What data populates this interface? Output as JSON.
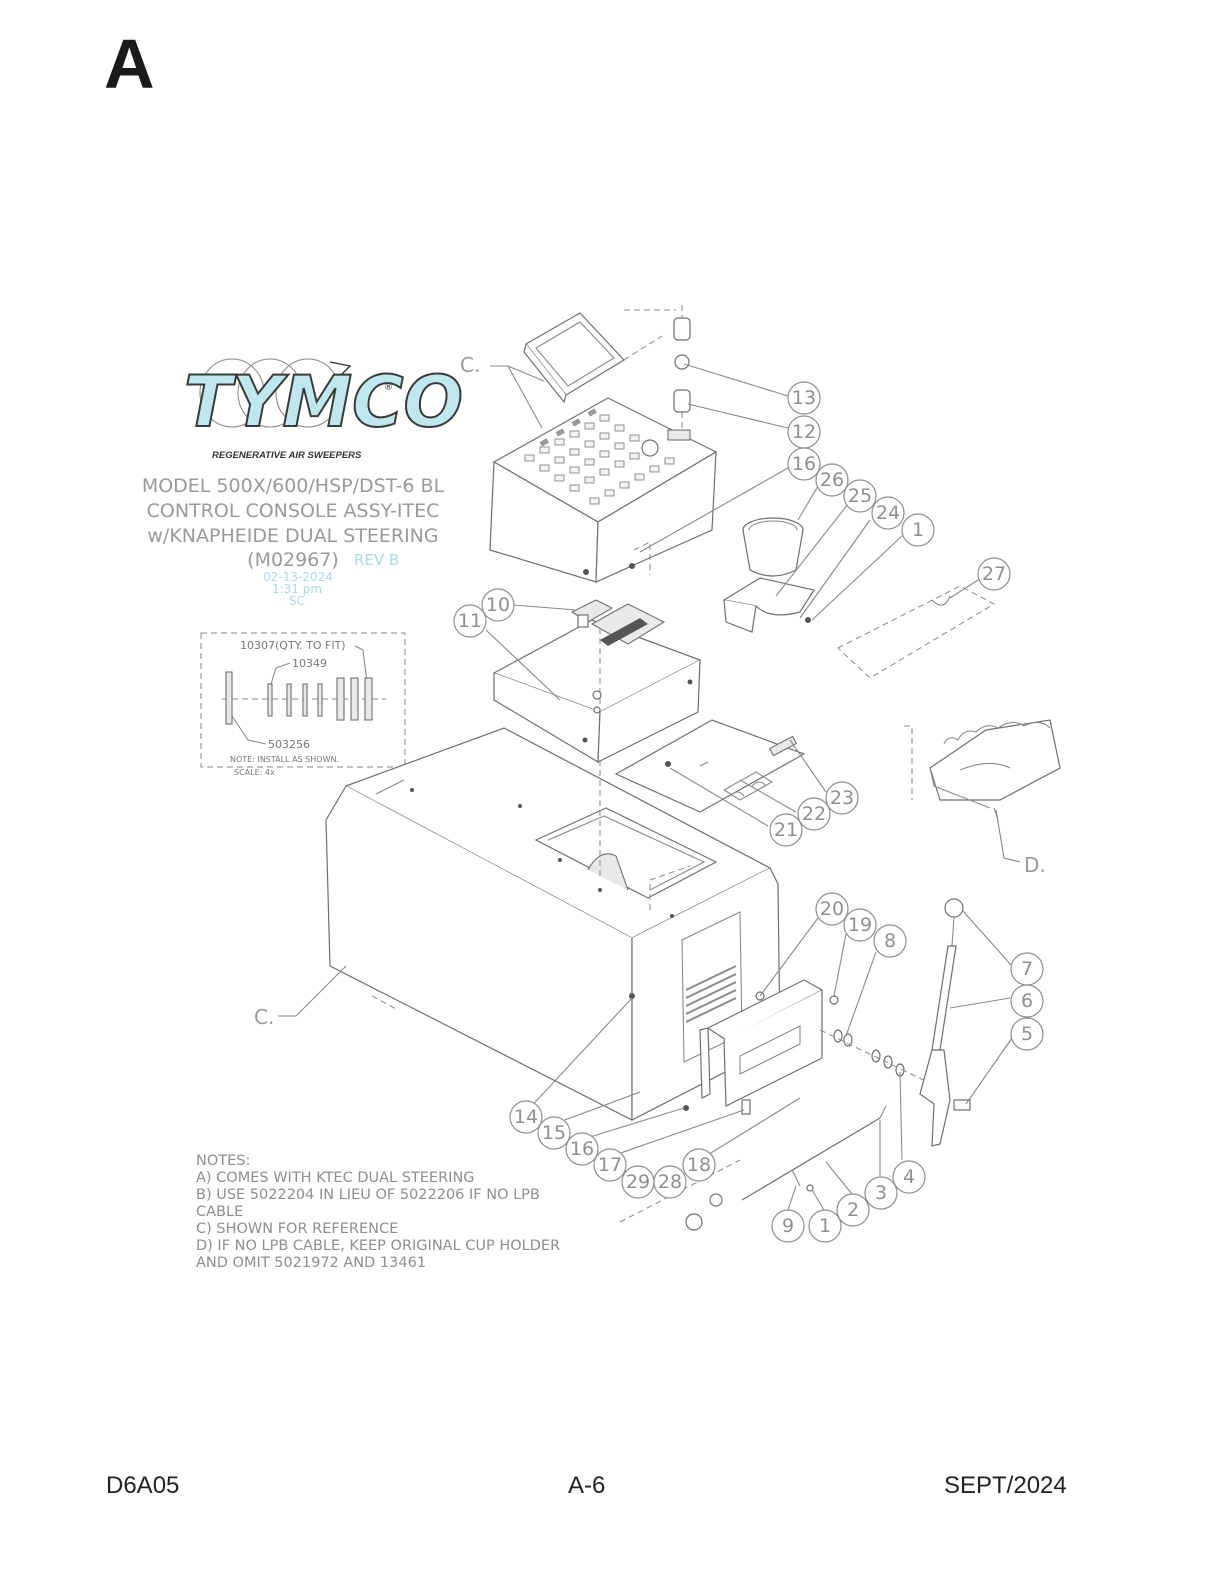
{
  "page": {
    "section_letter": "A",
    "footer_left": "D6A05",
    "footer_center": "A-6",
    "footer_right": "SEPT/2024"
  },
  "logo": {
    "brand": "TYMCO",
    "registered_mark": "®",
    "tagline": "REGENERATIVE AIR SWEEPERS"
  },
  "title_block": {
    "line1": "MODEL 500X/600/HSP/DST-6 BL",
    "line2": "CONTROL CONSOLE ASSY-ITEC",
    "line3": "w/KNAPHEIDE DUAL STEERING",
    "drawing_number": "(M02967)",
    "revision": "REV B",
    "date": "02-13-2024",
    "time": "1:31 pm",
    "initials": "SC"
  },
  "detail_view": {
    "label_top": "10307(QTY. TO FIT)",
    "label_mid": "10349",
    "label_bottom": "503256",
    "note": "NOTE: INSTALL AS SHOWN.",
    "scale": "SCALE: 4x"
  },
  "notes": {
    "heading": "NOTES:",
    "a": "A) COMES WITH KTEC DUAL STEERING",
    "b1": "B) USE 5022204 IN LIEU OF 5022206 IF NO LPB",
    "b2": "CABLE",
    "c": "C) SHOWN FOR REFERENCE",
    "d1": "D) IF NO LPB CABLE, KEEP ORIGINAL CUP HOLDER",
    "d2": "AND OMIT 5021972 AND 13461"
  },
  "callouts": {
    "c_top": "C.",
    "c_left": "C.",
    "d_right": "D."
  },
  "balloons": {
    "b13": "13",
    "b12": "12",
    "b16a": "16",
    "b26": "26",
    "b25": "25",
    "b24": "24",
    "b1a": "1",
    "b27": "27",
    "b10": "10",
    "b11": "11",
    "b23": "23",
    "b22": "22",
    "b21": "21",
    "b20": "20",
    "b19": "19",
    "b8": "8",
    "b7": "7",
    "b6": "6",
    "b5": "5",
    "b4": "4",
    "b3": "3",
    "b2": "2",
    "b1b": "1",
    "b9": "9",
    "b18": "18",
    "b17": "17",
    "b16b": "16",
    "b15": "15",
    "b14": "14",
    "b29": "29",
    "b28": "28"
  }
}
